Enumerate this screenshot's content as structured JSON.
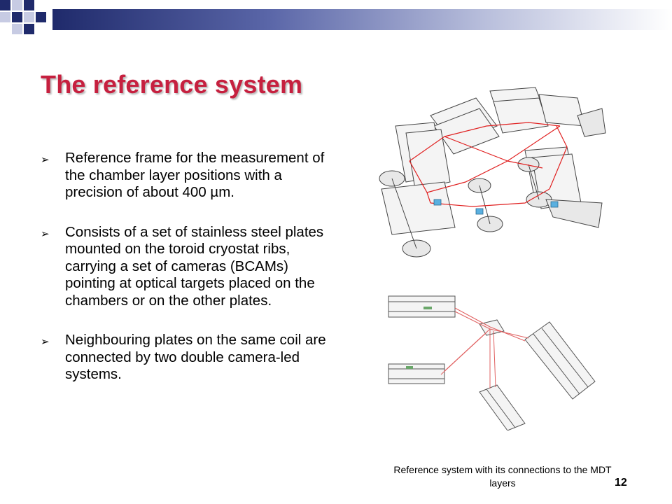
{
  "slide": {
    "title": "The reference system",
    "bullets": [
      {
        "marker": "➢",
        "text": "Reference frame for the measurement of the chamber layer positions with a precision of about 400 µm."
      },
      {
        "marker": "➢",
        "text": "Consists of a set of stainless steel plates mounted on the toroid cryostat ribs, carrying a set of cameras (BCAMs) pointing at optical targets placed on the chambers or on the other plates."
      },
      {
        "marker": "➢",
        "text": "Neighbouring plates on the same coil are connected by two double camera-led systems."
      }
    ],
    "caption": "Reference system with its connections to the MDT layers",
    "page_number": "12"
  },
  "colors": {
    "title": "#c6203f",
    "banner_dark": "#1f2a6b",
    "banner_light": "#b9bfdc",
    "laser_lines": "#e02020"
  }
}
